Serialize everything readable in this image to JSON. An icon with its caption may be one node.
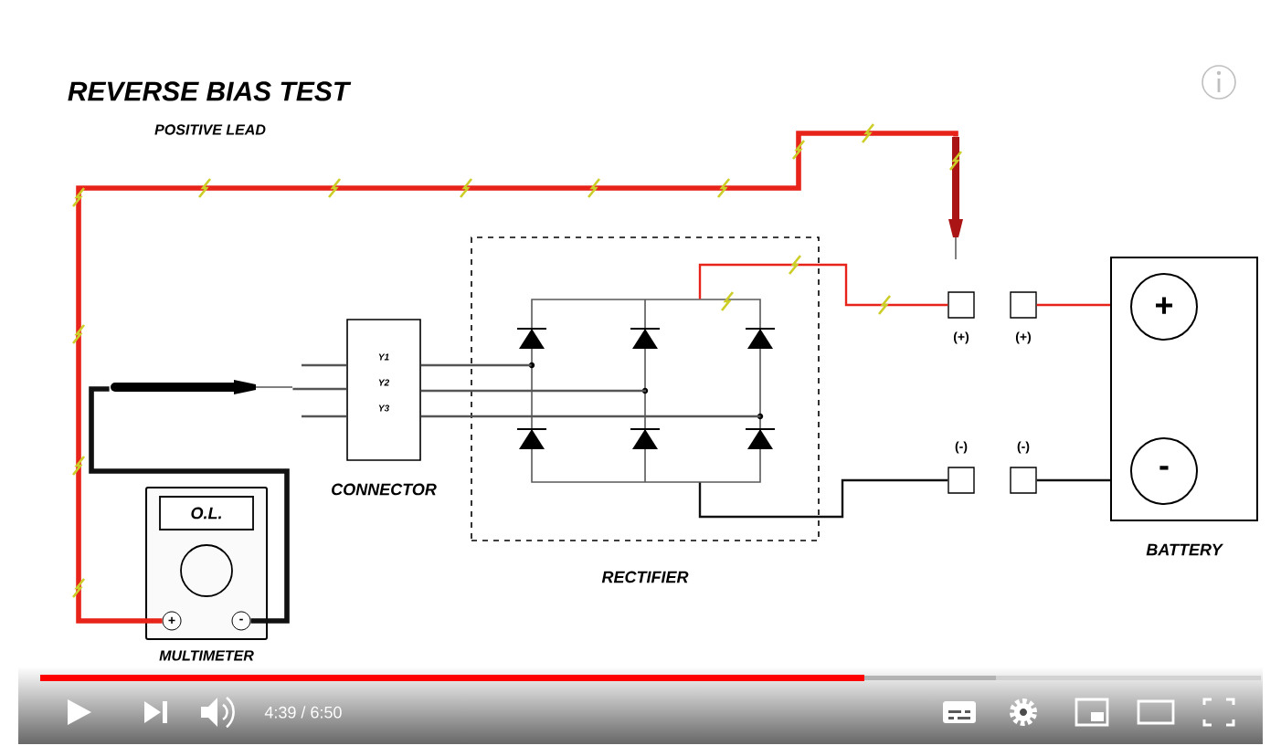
{
  "diagram": {
    "title": "REVERSE BIAS TEST",
    "nodes": [
      {
        "text": [
          "MULTIMETER"
        ]
      },
      {
        "text": [
          "O.L."
        ],
        "in": 0
      },
      {
        "text": [
          "+"
        ],
        "in": 0
      },
      {
        "text": [
          "-"
        ],
        "in": 0
      },
      {
        "text": [],
        "shape": "picture"
      },
      {
        "text": [
          "Y1",
          "Y2",
          "Y3",
          "CONNECTOR"
        ]
      },
      {
        "text": [
          "RECTIFIER"
        ]
      },
      {
        "text": [],
        "shape": "picture",
        "in": 6
      },
      {
        "text": [
          "(+)"
        ]
      },
      {
        "text": [
          "(+)"
        ]
      },
      {
        "text": [
          "(-)"
        ]
      },
      {
        "text": [
          "(-)"
        ]
      },
      {
        "text": [
          "BATTERY"
        ]
      },
      {
        "text": [
          "+"
        ],
        "in": 12
      },
      {
        "text": [
          "-"
        ],
        "in": 12
      },
      {
        "text": [],
        "shape": "picture"
      }
    ],
    "edges": [
      {
        "from": 2,
        "to": 15,
        "arrow": "none",
        "style": "thick",
        "color": "#e8231a"
      },
      {
        "from": 3,
        "to": 4,
        "arrow": "none",
        "style": "thick",
        "color": "#111111"
      },
      {
        "from": 4,
        "to": 5,
        "arrow": "none",
        "color": "#555555"
      },
      {
        "from": 4,
        "to": 5,
        "arrow": "none",
        "color": "#555555"
      },
      {
        "from": 4,
        "to": 5,
        "arrow": "none",
        "color": "#555555"
      },
      {
        "from": 5,
        "to": 7,
        "arrow": "none",
        "color": "#555555"
      },
      {
        "from": 5,
        "to": 7,
        "arrow": "none",
        "color": "#555555"
      },
      {
        "from": 5,
        "to": 7,
        "arrow": "none",
        "color": "#555555"
      },
      {
        "from": 7,
        "to": 8,
        "arrow": "none",
        "color": "#e8231a"
      },
      {
        "from": 7,
        "to": 10,
        "arrow": "none",
        "color": "#111111"
      },
      {
        "from": 9,
        "to": 12,
        "arrow": "none",
        "color": "#e8231a"
      },
      {
        "from": 11,
        "to": 12,
        "arrow": "none",
        "color": "#111111"
      }
    ],
    "labels": [
      "POSITIVE LEAD",
      "4:39 / 6:50"
    ]
  }
}
